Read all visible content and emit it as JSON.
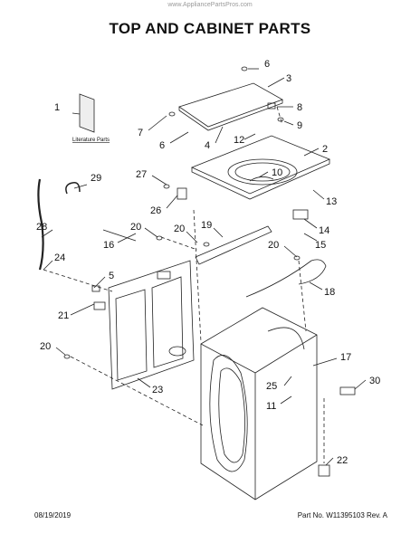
{
  "watermark": "www.AppliancePartsPros.com",
  "title": "TOP AND CABINET PARTS",
  "literature_label": "Literature Parts",
  "footer": {
    "date": "08/19/2019",
    "part_no": "Part No.  W11395103  Rev.  A"
  },
  "callouts": {
    "c1": "1",
    "c2": "2",
    "c3": "3",
    "c4": "4",
    "c5": "5",
    "c6a": "6",
    "c6b": "6",
    "c7": "7",
    "c8": "8",
    "c9": "9",
    "c10": "10",
    "c11": "11",
    "c12": "12",
    "c13": "13",
    "c14": "14",
    "c15": "15",
    "c16": "16",
    "c17": "17",
    "c18": "18",
    "c19": "19",
    "c20a": "20",
    "c20b": "20",
    "c20c": "20",
    "c20d": "20",
    "c21": "21",
    "c22": "22",
    "c23": "23",
    "c24": "24",
    "c25": "25",
    "c26": "26",
    "c27": "27",
    "c28": "28",
    "c29": "29",
    "c30": "30"
  },
  "colors": {
    "line": "#222222",
    "paper": "#ffffff"
  }
}
